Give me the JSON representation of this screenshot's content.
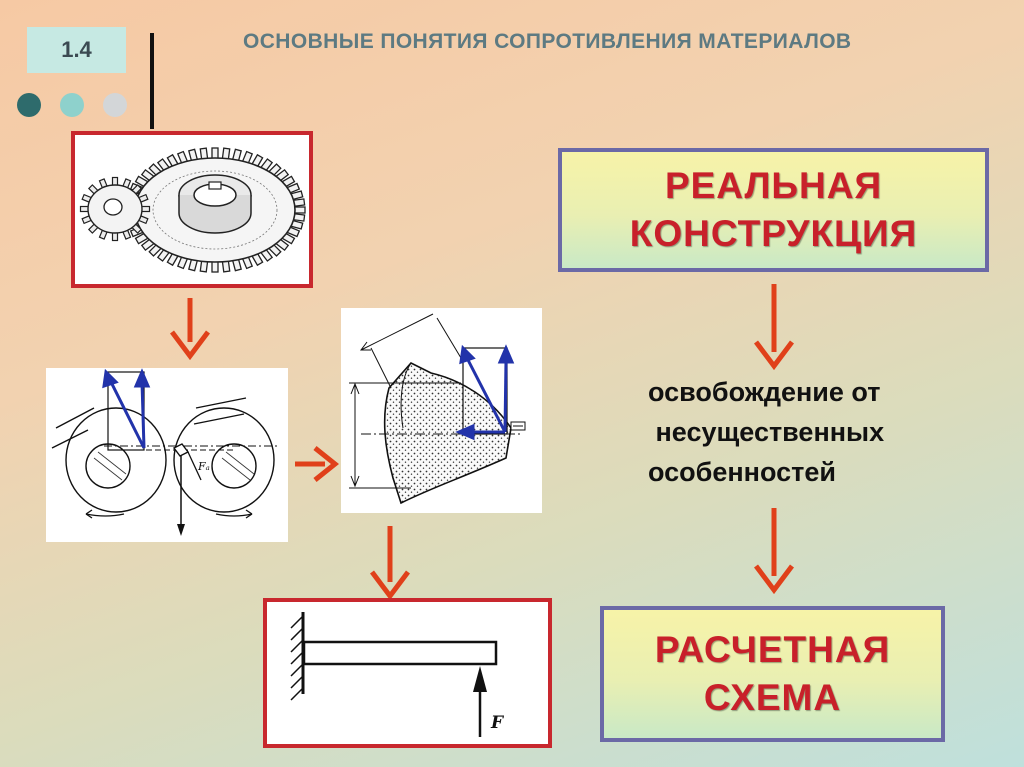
{
  "slide": {
    "number": "1.4",
    "title": "ОСНОВНЫЕ ПОНЯТИЯ СОПРОТИВЛЕНИЯ МАТЕРИАЛОВ",
    "dot_colors": [
      "#2e6b6c",
      "#8ed1cc",
      "#d3d6d8"
    ]
  },
  "real_construction": {
    "line1": "РЕАЛЬНАЯ",
    "line2": "КОНСТРУКЦИЯ"
  },
  "caption": {
    "line1": "освобождение от",
    "line2": " несущественных",
    "line3": "особенностей"
  },
  "design_scheme": {
    "line1": "РАСЧЕТНАЯ",
    "line2": "СХЕМА"
  },
  "beam_diagram": {
    "force_label": "F"
  },
  "gear_mesh_diagram": {
    "force_label": "Fₐ"
  },
  "colors": {
    "arrow": "#e0401a",
    "frame_red": "#c8282e",
    "frame_blue": "#6b69a6",
    "text_red": "#c8202a",
    "vector_blue": "#2233aa"
  }
}
